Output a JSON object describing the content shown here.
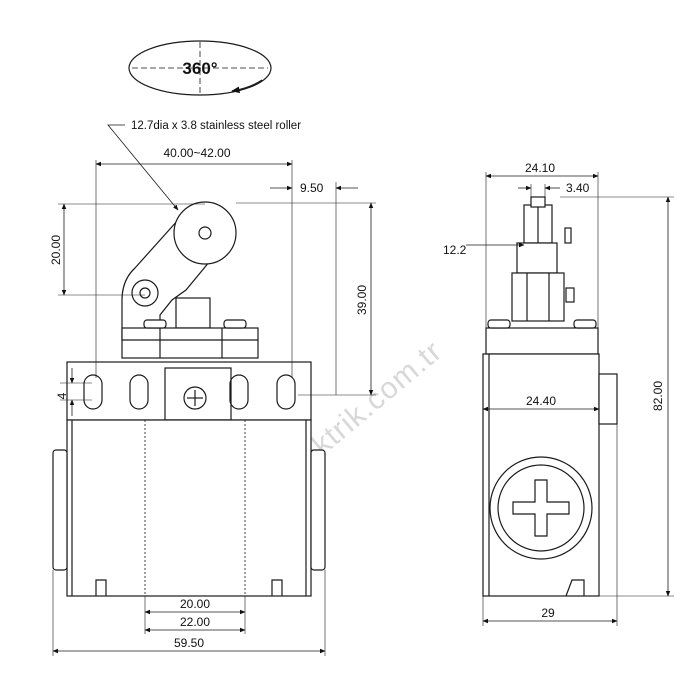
{
  "watermark": "www.finelektrik.com.tr",
  "rotation": {
    "label": "360°"
  },
  "roller_note": "12.7dia x 3.8 stainless steel roller",
  "dimensions": {
    "lever_range": "40.00~42.00",
    "roller_offset": "9.50",
    "lever_height": "20.00",
    "total_height": "39.00",
    "slot": "4",
    "bottom_inner": "20.00",
    "bottom_outer": "22.00",
    "overall_width": "59.50",
    "side_top_width": "24.10",
    "side_roller_width": "3.40",
    "side_roller_drop": "12.2",
    "side_body_width": "24.40",
    "side_total_height": "82.00",
    "side_base_width": "29"
  }
}
